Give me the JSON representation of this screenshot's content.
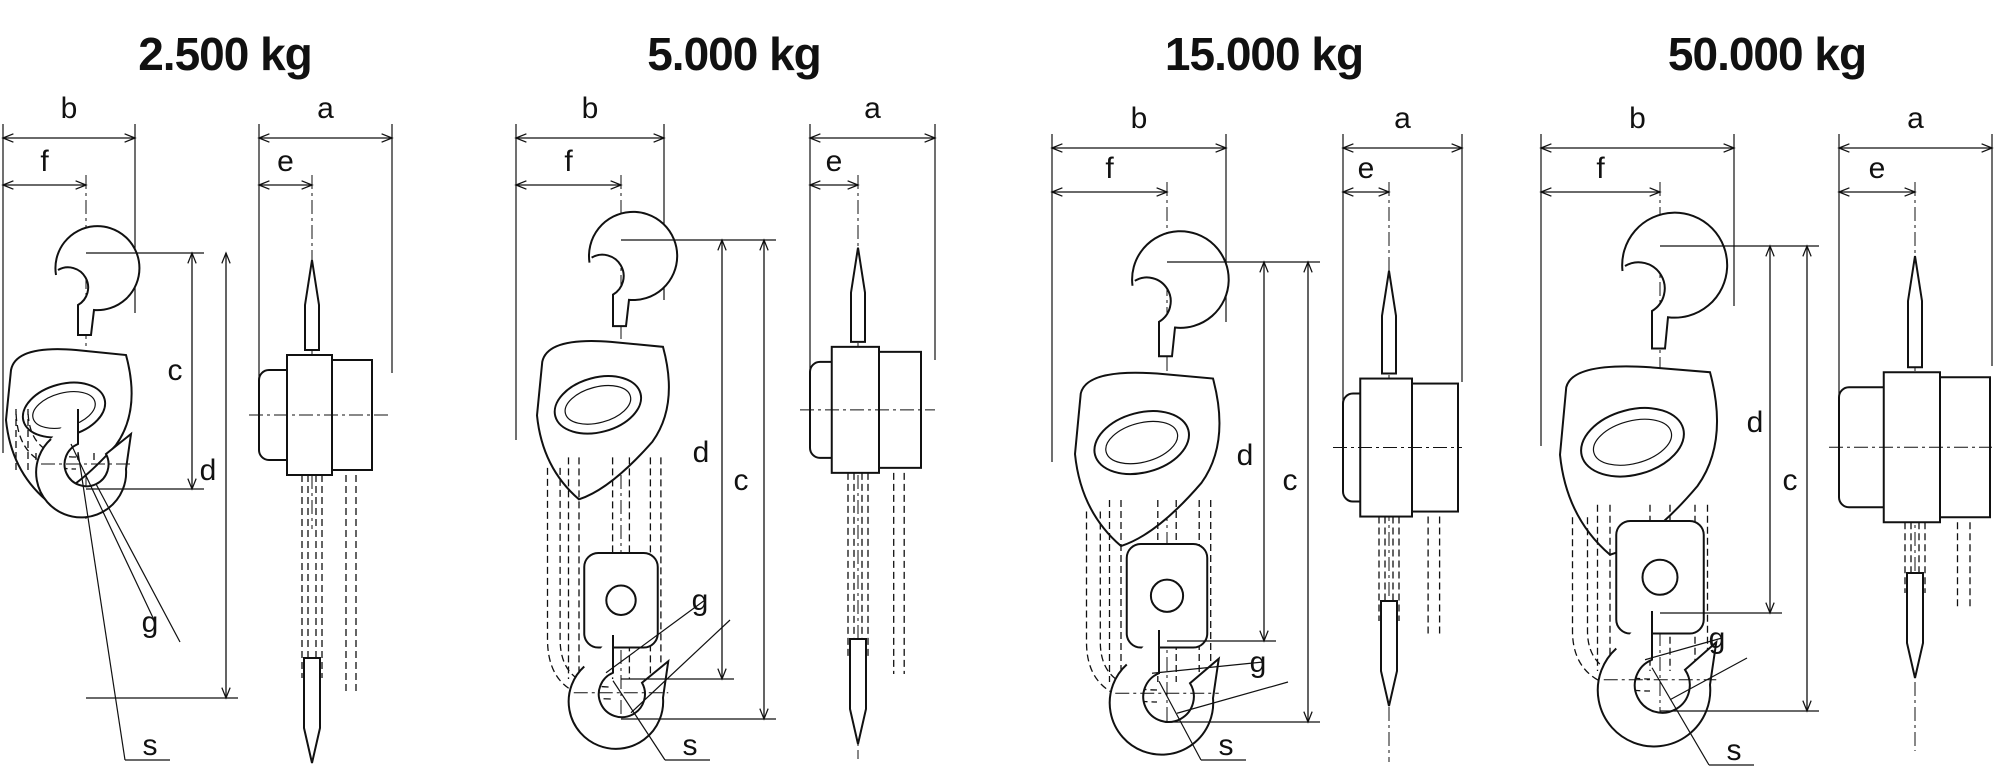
{
  "labels": {
    "a": "a",
    "b": "b",
    "c": "c",
    "d": "d",
    "e": "e",
    "f": "f",
    "g": "g",
    "s": "s"
  },
  "hoists": [
    {
      "capacity": "2.500 kg"
    },
    {
      "capacity": "5.000 kg"
    },
    {
      "capacity": "15.000 kg"
    },
    {
      "capacity": "50.000 kg"
    }
  ]
}
